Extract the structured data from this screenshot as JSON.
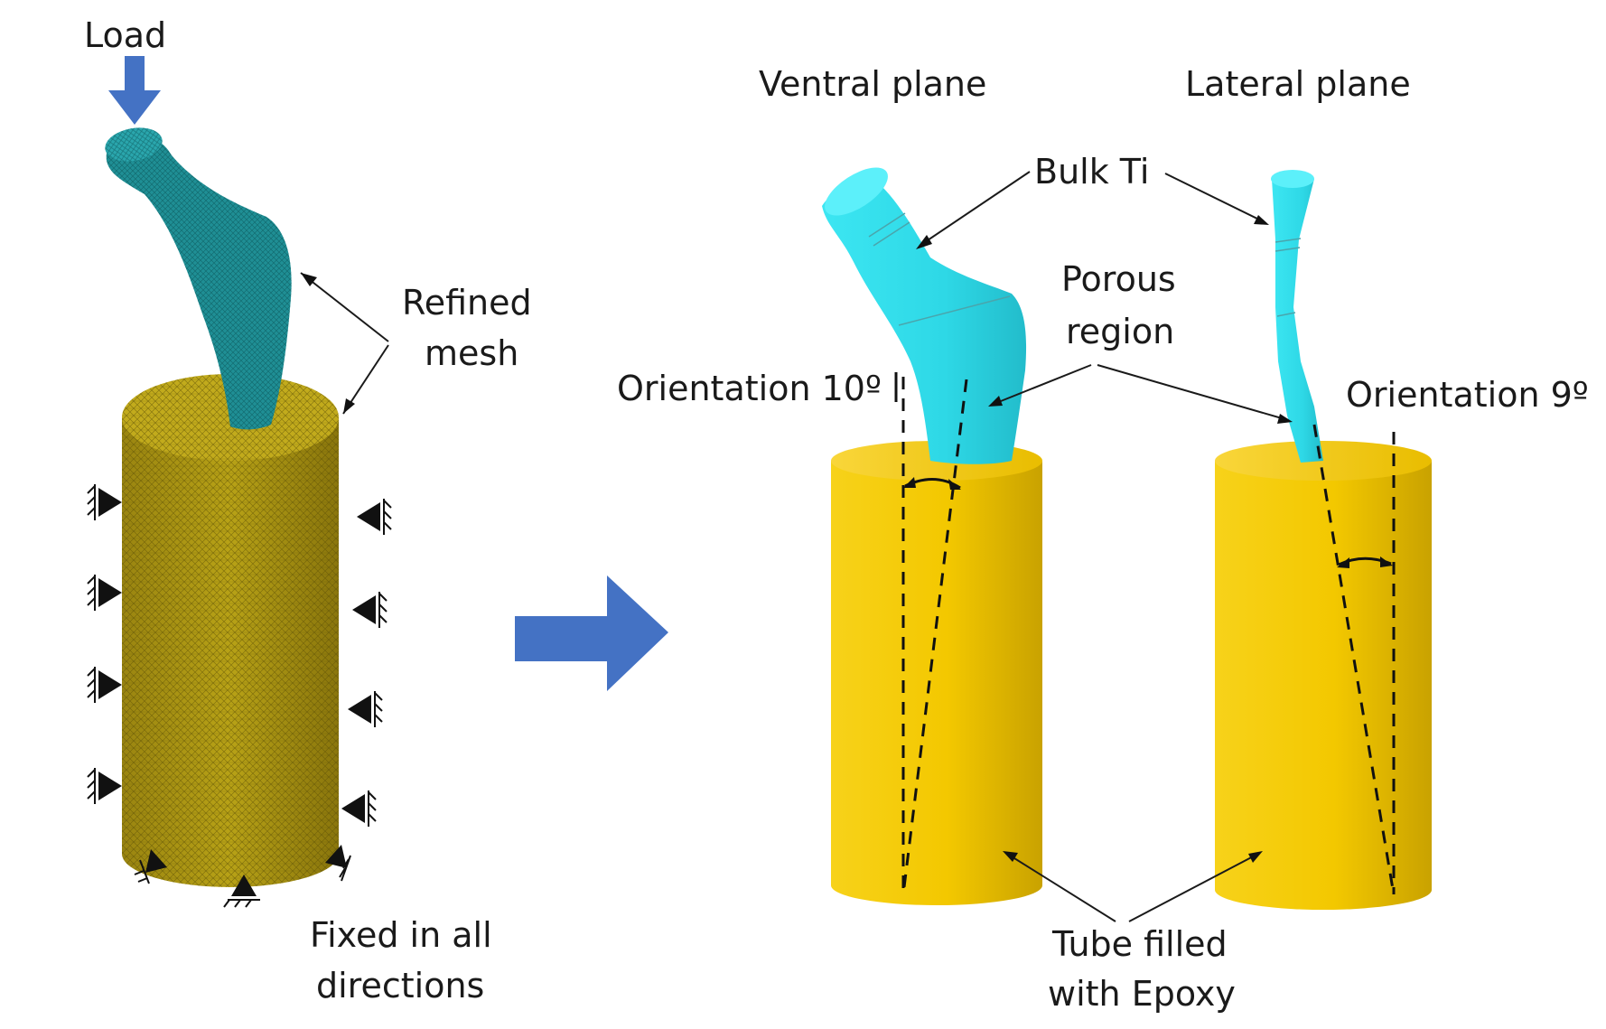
{
  "labels": {
    "load": "Load",
    "refined_mesh_line1": "Refined",
    "refined_mesh_line2": "mesh",
    "fixed_line1": "Fixed in all",
    "fixed_line2": "directions",
    "ventral_plane": "Ventral plane",
    "lateral_plane": "Lateral plane",
    "bulk_ti": "Bulk Ti",
    "porous_line1": "Porous",
    "porous_line2": "region",
    "orientation_ventral": "Orientation 10º",
    "orientation_lateral": "Orientation 9º",
    "tube_line1": "Tube filled",
    "tube_line2": "with Epoxy"
  },
  "colors": {
    "arrow_blue": "#4472c4",
    "implant_cyan": "#33e0ee",
    "mesh_teal": "#1f8f95",
    "tube_yellow": "#f2c400",
    "mesh_olive": "#b09a10"
  },
  "icons": {
    "load_arrow": "arrow-down-icon",
    "process_arrow": "arrow-right-icon",
    "boundary_support": "fixed-support-icon"
  }
}
